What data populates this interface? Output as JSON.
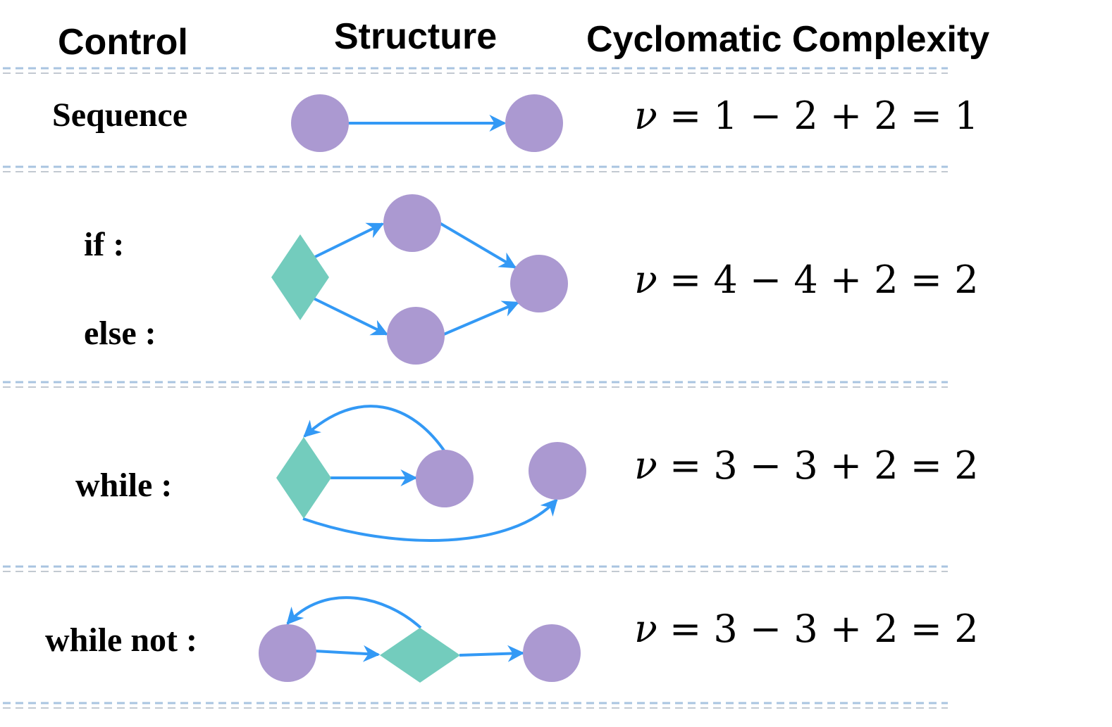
{
  "headers": {
    "control": "Control",
    "structure": "Structure",
    "complexity": "Cyclomatic Complexity"
  },
  "rows": [
    {
      "labels": [
        "Sequence"
      ],
      "nu": "ν",
      "expr": " = 1 − 2 + 2 = 1"
    },
    {
      "labels": [
        "if :",
        "else :"
      ],
      "nu": "ν",
      "expr": " = 4 − 4 + 2 = 2"
    },
    {
      "labels": [
        "while :"
      ],
      "nu": "ν",
      "expr": " = 3 − 3 + 2 = 2"
    },
    {
      "labels": [
        "while not :"
      ],
      "nu": "ν",
      "expr": " = 3 − 3 + 2 = 2"
    }
  ],
  "colors": {
    "node": "#ab99d1",
    "decision": "#73ccbd",
    "edge": "#3399f5",
    "separator": "#a9c4e0"
  }
}
